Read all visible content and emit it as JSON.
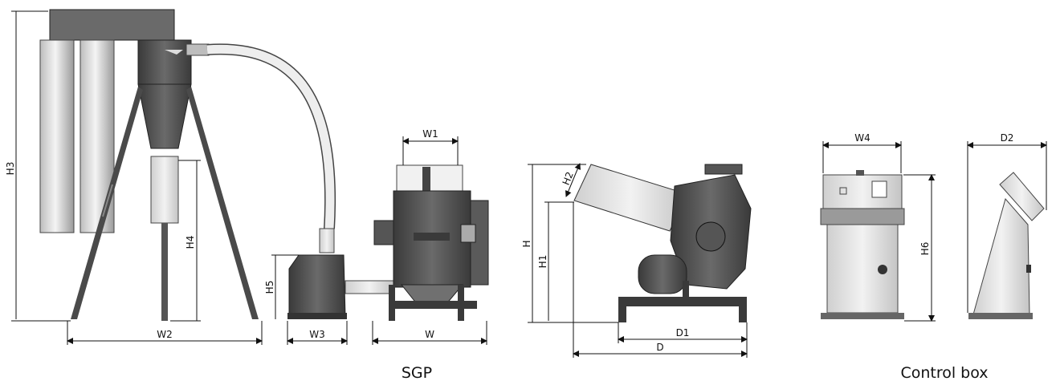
{
  "captions": {
    "sgp": "SGP",
    "control_box": "Control box"
  },
  "dimensions": {
    "h3": "H3",
    "h4": "H4",
    "h5": "H5",
    "w1": "W1",
    "w2": "W2",
    "w3": "W3",
    "w": "W",
    "h": "H",
    "h1": "H1",
    "h2": "H2",
    "d": "D",
    "d1": "D1",
    "w4": "W4",
    "d2": "D2",
    "h6": "H6"
  },
  "colors": {
    "metal_dark": "#4a4a4a",
    "metal_mid": "#8a8a8a",
    "metal_light": "#d8d8d8",
    "line": "#111111"
  }
}
